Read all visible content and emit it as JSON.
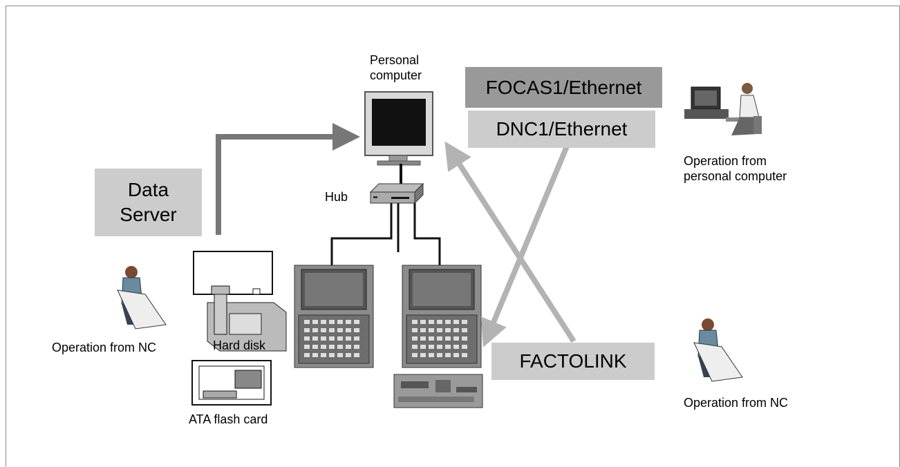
{
  "labels": {
    "personal_computer": "Personal\ncomputer",
    "hub": "Hub",
    "op_from_pc": "Operation from\npersonal computer",
    "op_from_nc_left": "Operation from NC",
    "op_from_nc_right": "Operation from NC",
    "hard_disk": "Hard disk",
    "ata_flash_card": "ATA flash card"
  },
  "boxes": {
    "focas": "FOCAS1/Ethernet",
    "dnc": "DNC1/Ethernet",
    "data_server": "Data\nServer",
    "factolink": "FACTOLINK"
  },
  "colors": {
    "box_light": "#cccccc",
    "box_dark": "#999999",
    "arrow_dark": "#777777",
    "arrow_light": "#b3b3b3"
  },
  "icons": [
    "personal-computer-icon",
    "hub-icon",
    "operator-at-pc-icon",
    "operator-icon",
    "cnc-unit-icon",
    "data-server-board-icon",
    "hard-disk-icon",
    "ata-flash-card-icon",
    "ethernet-board-icon"
  ]
}
